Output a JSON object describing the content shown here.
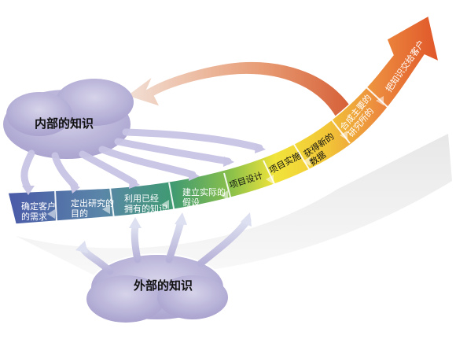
{
  "internal_knowledge": "内部的知识",
  "external_knowledge": "外部的知识",
  "steps": [
    {
      "line1": "确定客户",
      "line2": "的需求"
    },
    {
      "line1": "定出研究的",
      "line2": "目的"
    },
    {
      "line1": "利用已经",
      "line2": "拥有的知识"
    },
    {
      "line1": "建立实际的",
      "line2": "假设"
    },
    {
      "line1": "项目设计",
      "line2": ""
    },
    {
      "line1": "项目实施",
      "line2": ""
    },
    {
      "line1": "获得新的",
      "line2": "数据"
    },
    {
      "line1": "合成主要的",
      "line2": "研究所的"
    },
    {
      "line1": "把知识交给客户",
      "line2": ""
    }
  ],
  "colors": {
    "cloud": "#b9b4d9",
    "band_start": "#5a6cb8",
    "band_mid_green": "#4d9a73",
    "band_yellow": "#f3dc1a",
    "band_end": "#e05a2c"
  }
}
